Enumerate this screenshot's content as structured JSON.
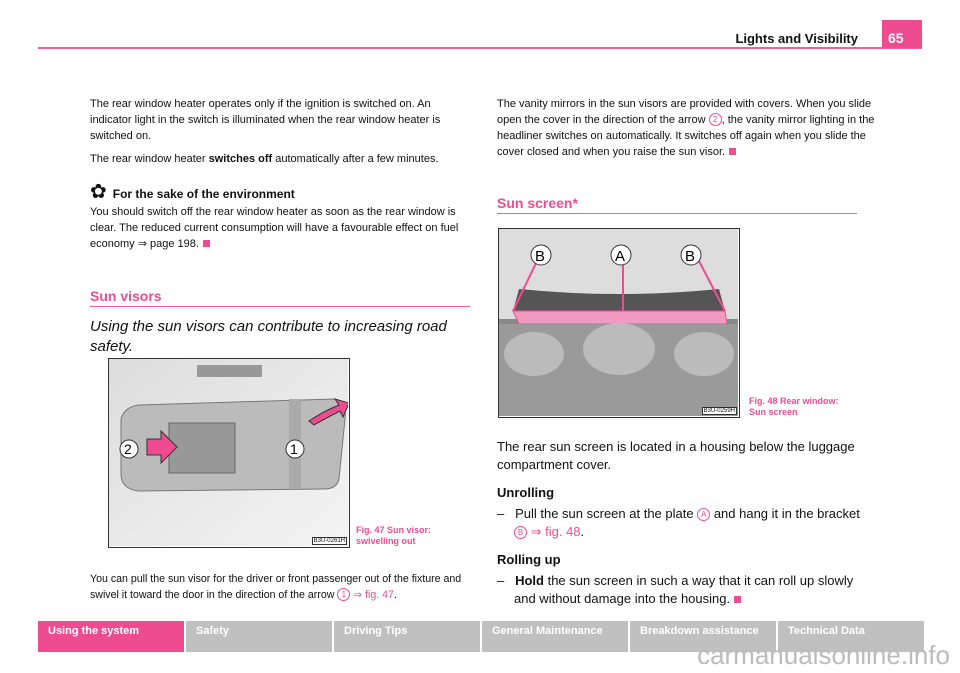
{
  "header": {
    "title": "Lights and Visibility",
    "page_number": "65"
  },
  "left": {
    "p1": "The rear window heater operates only if the ignition is switched on. An indicator light in the switch is illuminated when the rear window heater is switched on.",
    "p2_pre": "The rear window heater ",
    "p2_bold": "switches off",
    "p2_post": " automatically after a few minutes.",
    "env_title": "For the sake of the environment",
    "env_text": "You should switch off the rear window heater as soon as the rear window is clear. The reduced current consumption will have a favourable effect on fuel economy ⇒ page 198.",
    "section_title": "Sun visors",
    "subtitle": "Using the sun visors can contribute to increasing road safety.",
    "fig_code": "B3U-0261H",
    "fig_label_1": "1",
    "fig_label_2": "2",
    "fig_caption_1": "Fig. 47   Sun visor:",
    "fig_caption_2": "swivelling out",
    "p3": "You can pull the sun visor for the driver or front passenger out of the fixture and swivel it toward the door in the direction of the arrow ",
    "p3_marker": "1",
    "p3_ref": " ⇒ fig. 47",
    "p3_end": "."
  },
  "right": {
    "p1_pre": "The vanity mirrors in the sun visors are provided with covers. When you slide open the cover in the direction of the arrow ",
    "p1_marker": "2",
    "p1_post": ", the vanity mirror lighting in the headliner switches on automatically. It switches off again when you slide the cover closed and when you raise the sun visor.",
    "section_title": "Sun screen*",
    "fig_code": "B3U-0259H",
    "fig_label_a": "A",
    "fig_label_b": "B",
    "fig_caption_1": "Fig. 48   Rear window:",
    "fig_caption_2": "Sun screen",
    "p2": "The rear sun screen is located in a housing below the luggage compartment cover.",
    "h_unroll": "Unrolling",
    "unroll_pre": "Pull the sun screen at the plate ",
    "unroll_marker_a": "A",
    "unroll_mid": " and hang it in the bracket ",
    "unroll_marker_b": "B",
    "unroll_ref": " ⇒ fig. 48",
    "h_roll": "Rolling up",
    "roll_bold": "Hold",
    "roll_text": " the sun screen in such a way that it can roll up slowly and without damage into the housing."
  },
  "footer": {
    "tabs": [
      "Using the system",
      "Safety",
      "Driving Tips",
      "General Maintenance",
      "Breakdown assistance",
      "Technical Data"
    ]
  },
  "watermark": "carmanualsonline.info",
  "colors": {
    "accent": "#ef4b91",
    "tab_gray": "#c0c0c0"
  }
}
